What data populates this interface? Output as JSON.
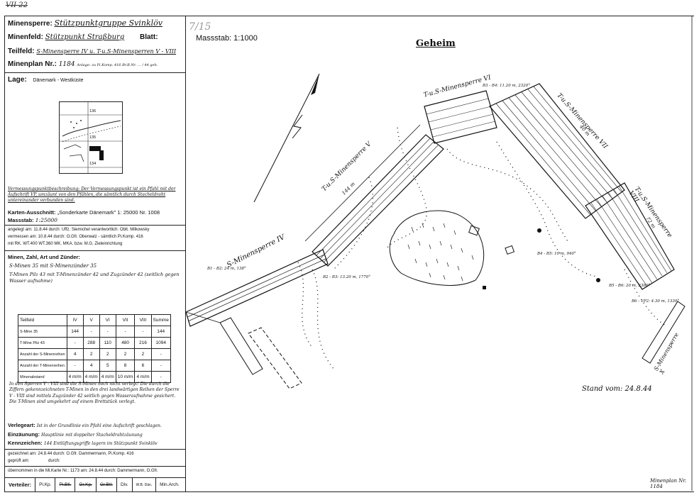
{
  "top_ref": "VII 22",
  "header": {
    "minensperre_label": "Minensperre:",
    "minensperre_value": "Stützpunktgruppe Svinklöv",
    "minenfeld_label": "Minenfeld:",
    "minenfeld_value": "Stützpunkt Straßburg",
    "blatt_label": "Blatt:",
    "teilfeld_label": "Teilfeld:",
    "teilfeld_value": "S-Minensperre IV u. T-u.S-Minensperren V - VIII",
    "minenplan_label": "Minenplan Nr.:",
    "minenplan_value": "1184",
    "anlage_note": "Anlage: zu Pi.Komp. 416 Br.B.Nr. ... / 44 geh."
  },
  "lage": {
    "label": "Lage:",
    "value": "Dänemark - Westküste",
    "thumb_top": "136",
    "thumb_mid": "135",
    "thumb_bottom": "134"
  },
  "vermessung_note": "Vermessungspunktbeschreibung: Der Vermessungspunkt ist ein Pfahl mit der Aufschrift VP, umzäunt von den Pfählen, die sämtlich durch Stacheldraht untereinander verbunden sind.",
  "karten_label": "Karten-Ausschnitt:",
  "karten_value": "„Sonderkarte Dänemark\" 1: 25000 Nr. 1008",
  "massstab_label": "Massstab:",
  "massstab_value": "1:25000",
  "angelegt_line": "angelegt am: 11.8.44   durch: Uffz. Siemichel   verantwortlich: Oblt. Milkowsky",
  "vermessen_line": "vermessen am: 10.8.44   durch: O.Gfr. Oberwalz - sämtlich Pi.Komp. 416",
  "mit_line": "mit   RK.   WT.400   WT.360   MK.   MKA.   bzw. M.G. Zieleinrichtung",
  "minen_label": "Minen, Zahl, Art und Zünder:",
  "minen_line1": "S-Minen 35 mit S-Minenzünder 35",
  "minen_line2": "T-Minen Pilz 43 mit T-Minenzünder 42 und Zugzünder 42 (seitlich gegen Wasser aufnahme)",
  "table": {
    "headers": [
      "Teilfeld",
      "IV",
      "V",
      "VI",
      "VII",
      "VIII",
      "Summe"
    ],
    "rows": [
      [
        "S-Mine 35",
        "144",
        "-",
        "-",
        "-",
        "-",
        "144"
      ],
      [
        "T-Mine Pilz 43",
        "-",
        "288",
        "110",
        "480",
        "216",
        "1094"
      ],
      [
        "Anzahl der S-Minenreihen",
        "4",
        "2",
        "2",
        "2",
        "2",
        "-"
      ],
      [
        "Anzahl der T-Minenreihen",
        "-",
        "4",
        "5",
        "8",
        "6",
        "-"
      ],
      [
        "Minenabstand",
        "4 m/m",
        "4 m/m",
        "4 m/m",
        "10 m/m",
        "4 m/m",
        "-"
      ]
    ]
  },
  "note_block": "In den Sperren V - VIII sind die S-Minen noch nicht verlegt! Die durch die Ziffern gekennzeichneten T-Minen in den drei landwärtigen Reihen der Sperre V - VIII sind mittels Zugzünder 42 seitlich gegen Wasseraufnahme gesichert. Die T-Minen sind umgekehrt auf einem Brettstück verlegt.",
  "verlegeart_label": "Verlegeart:",
  "verlegeart_value": "Ist in der Grundlinie ein Pfahl eine Aufschrift geschlagen.",
  "einzaeunung_label": "Einzäunung:",
  "einzaeunung_value": "Hauptlinie mit doppelter Stacheldrahtzäunung",
  "kennzeichen_label": "Kennzeichen:",
  "kennzeichen_value": "144 Entlüftungsgriffe lagern im Stützpunkt Svinklöv",
  "gezeichnet_line": "gezeichnet am: 24.8.44     durch: O.Gfr. Dammermann, Pi.Komp. 416",
  "geprueft_line": "geprüft am:                durch:",
  "uebernommen_line": "übernommen in die Mi.Karte Nr.: 1173  am: 24.8.44  durch: Dammermann, O.Gfr.",
  "footer": [
    "Verteiler:",
    "Pi.Kp.",
    "Pi.Btl.",
    "Gr.Kp.",
    "Gr.Btl.",
    "Div.",
    "W.B. Dän.",
    "Min.Arch."
  ],
  "map": {
    "massstab": "Massstab: 1:1000",
    "geheim": "Geheim",
    "corner_note": "7/15",
    "stand": "Stand vom: 24.8.44",
    "page_footer": "Minenplan Nr. 1184",
    "labels": {
      "sperre4": "S-Minensperre IV",
      "sperre5": "T-u.S-Minensperre V",
      "sperre6": "T-u.S-Minensperre VI",
      "sperre7": "T-u.S-Minensperre VII",
      "sperre8": "T-u.S-Minensperre VIII",
      "sperre_right": "S-Minensperre X",
      "dist_144": "144 m",
      "dist_40": "40 m",
      "dist_72": "72 m",
      "b1": "B1 - B2: 24 m, 138°",
      "b2": "B2 - B3: 13.20 m, 1770°",
      "b3": "B3 - B4: 11.20 m, 2320°",
      "b4": "B4 - B5: 10 m, 940°",
      "b5": "B5 - B6: 20 m, 2380°",
      "b6": "B6 - VP2: 4.30 m, 1330°"
    }
  }
}
